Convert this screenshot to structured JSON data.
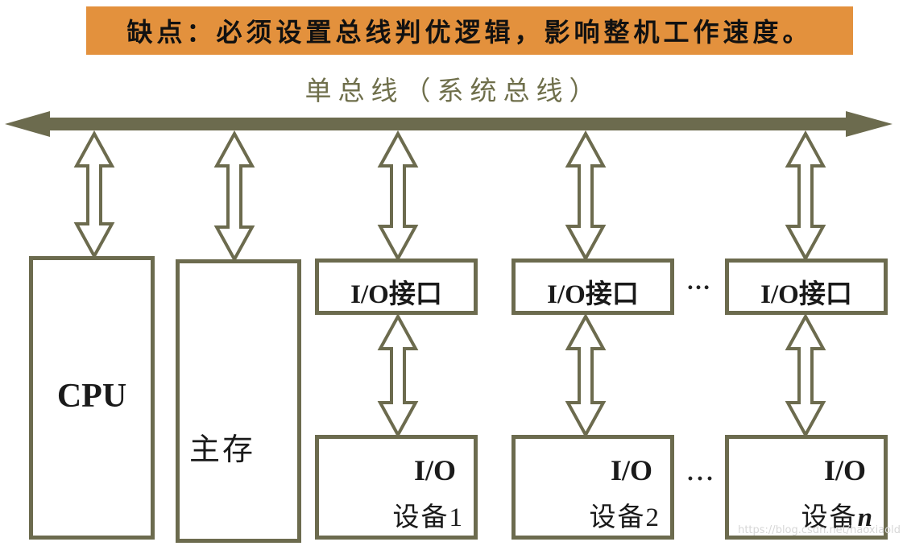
{
  "banner": "缺点：必须设置总线判优逻辑，影响整机工作速度。",
  "bus_label": "单总线（系统总线）",
  "cpu": {
    "label": "CPU"
  },
  "memory": {
    "label": "主存"
  },
  "interfaces": [
    {
      "label": "I/O接口"
    },
    {
      "label": "I/O接口"
    },
    {
      "label": "I/O接口"
    }
  ],
  "devices": [
    {
      "line1": "I/O",
      "cn": "设备",
      "num": "1"
    },
    {
      "line1": "I/O",
      "cn": "设备",
      "num": "2"
    },
    {
      "line1": "I/O",
      "cn": "设备",
      "num": "n"
    }
  ],
  "ellipsis": "…",
  "ellipsis_bottom": "···",
  "watermark": "https://blog.csdn.net/haoxiaold",
  "colors": {
    "banner_bg": "#e3913d",
    "bus": "#6c6b4e",
    "box_border": "#6c6b4e",
    "arrow_stroke": "#6c6b4e",
    "bus_title": "#6f6f4b"
  }
}
